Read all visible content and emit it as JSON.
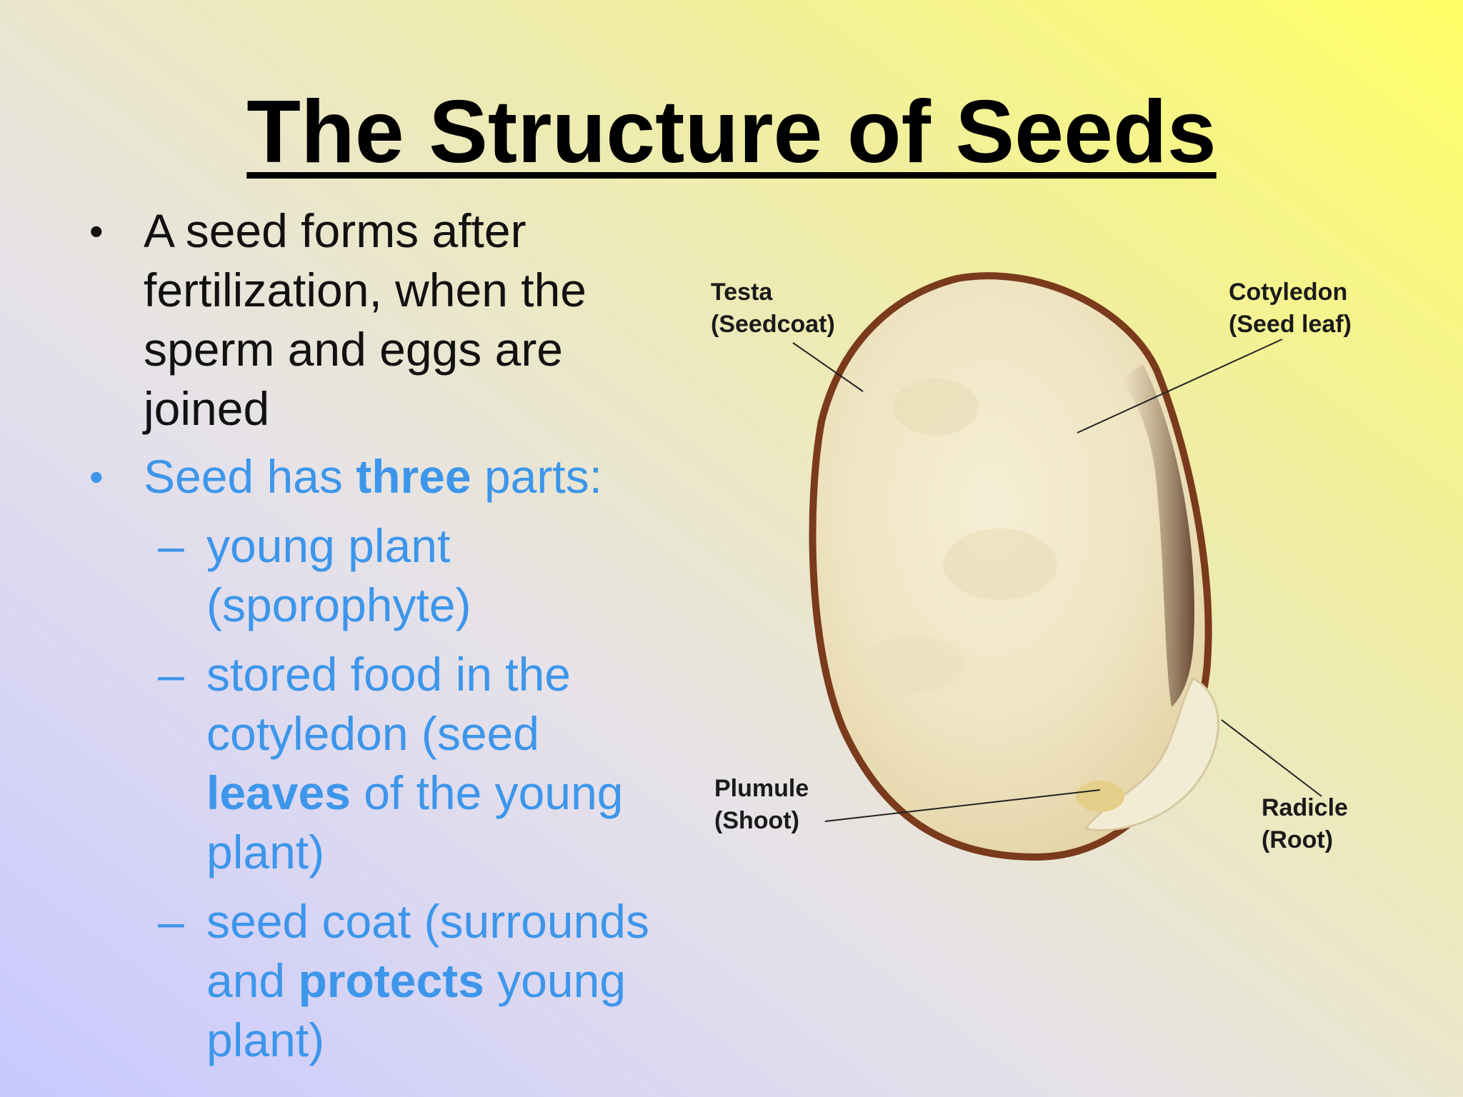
{
  "slide": {
    "title": "The Structure of Seeds",
    "bullet1": "A seed forms after fertilization, when the sperm and eggs are joined",
    "bullet2": {
      "prefix": "Seed has ",
      "bold": "three",
      "suffix": " parts:"
    },
    "subitems": [
      {
        "text": "young plant (sporophyte)"
      },
      {
        "prefix": "stored food in the cotyledon (seed ",
        "bold": "leaves",
        "suffix": " of the young plant)"
      },
      {
        "prefix": "seed coat (surrounds and ",
        "bold": "protects",
        "suffix": " young plant)"
      }
    ],
    "bullet_marker": "•",
    "dash_marker": "–",
    "colors": {
      "black_text": "#111111",
      "blue_text": "#3d96ea"
    }
  },
  "diagram": {
    "labels": {
      "testa": [
        "Testa",
        "(Seedcoat)"
      ],
      "cotyledon": [
        "Cotyledon",
        "(Seed leaf)"
      ],
      "plumule": [
        "Plumule",
        "(Shoot)"
      ],
      "radicle": [
        "Radicle",
        "(Root)"
      ]
    }
  }
}
